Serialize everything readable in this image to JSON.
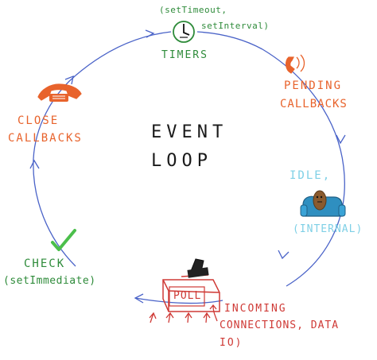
{
  "title": {
    "line1": "EVENT",
    "line2": "LOOP"
  },
  "phases": {
    "timers": {
      "note": "(setTimeout,",
      "note2": "setInterval)",
      "label": "TIMERS",
      "icon": "clock-icon",
      "color": "#2e8b3a"
    },
    "pending": {
      "line1": "PENDING",
      "line2": "CALLBACKS",
      "icon": "phone-ringing-icon",
      "color": "#e8632c"
    },
    "idle": {
      "line1": "IDLE,",
      "line2": "(INTERNAL)",
      "icon": "potato-on-couch-icon",
      "color": "#7fd0e6"
    },
    "poll": {
      "label": "POLL",
      "icon": "ballot-box-icon",
      "color": "#cf3a36"
    },
    "check": {
      "line1": "CHECK",
      "line2": "(setImmediate)",
      "icon": "checkmark-icon",
      "color": "#2e8b3a"
    },
    "close": {
      "line1": "CLOSE",
      "line2": "CALLBACKS",
      "icon": "hung-up-phone-icon",
      "color": "#e8632c"
    }
  },
  "incoming": {
    "line1": "INCOMING",
    "line2": "CONNECTIONS, DATA",
    "line3": "IO)",
    "color": "#cf3a36"
  },
  "loop_color": "#4a63c8"
}
